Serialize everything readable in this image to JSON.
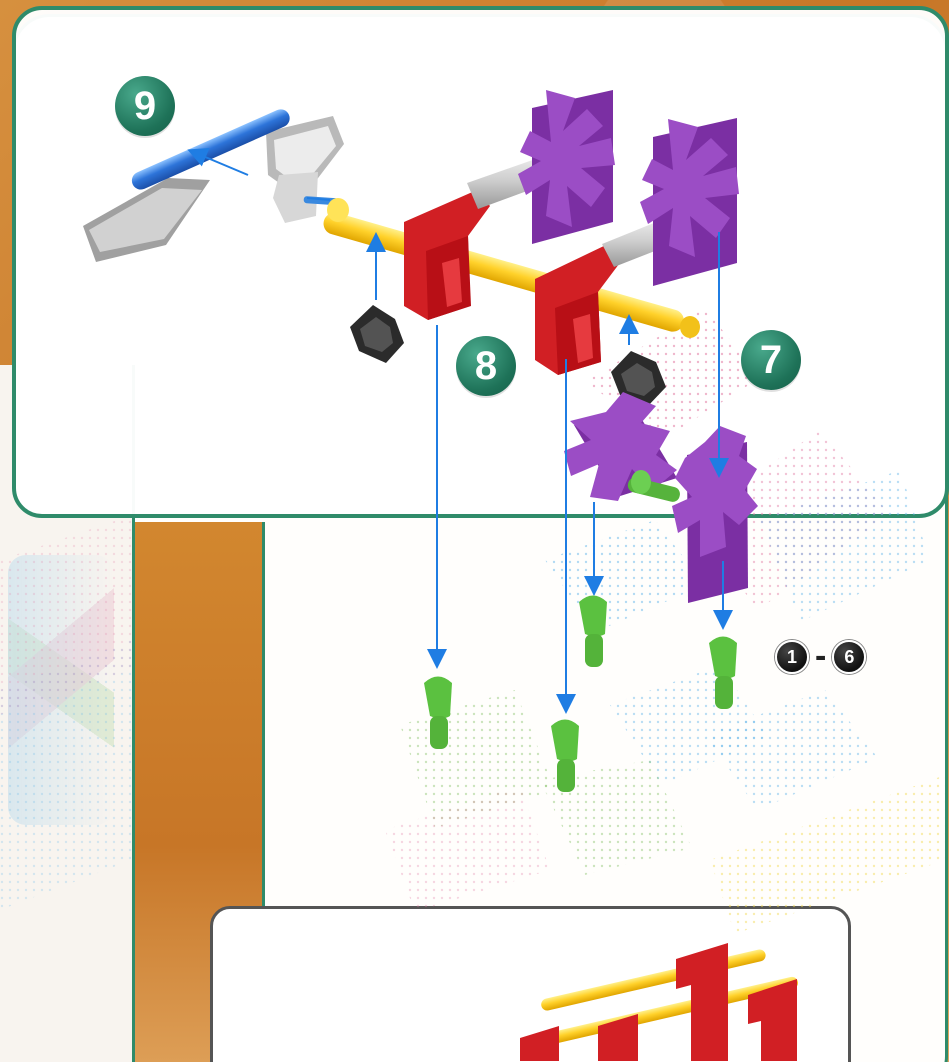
{
  "steps": {
    "step9": "9",
    "step8": "8",
    "step7": "7",
    "range_start": "1",
    "range_sep": "-",
    "range_end": "6"
  },
  "icons": {
    "badge": "step-number-badge-icon",
    "range_dot": "step-range-dot-icon"
  },
  "colors": {
    "teal": "#2f8b6a",
    "orange": "#c77627",
    "yellow": "#ffd12a",
    "red": "#d11f24",
    "purple": "#7b2fa3",
    "blue": "#2d74d9",
    "gray": "#bdbdbd",
    "green": "#53b83c",
    "black": "#1a1a1a",
    "arrow": "#1f7de3"
  }
}
